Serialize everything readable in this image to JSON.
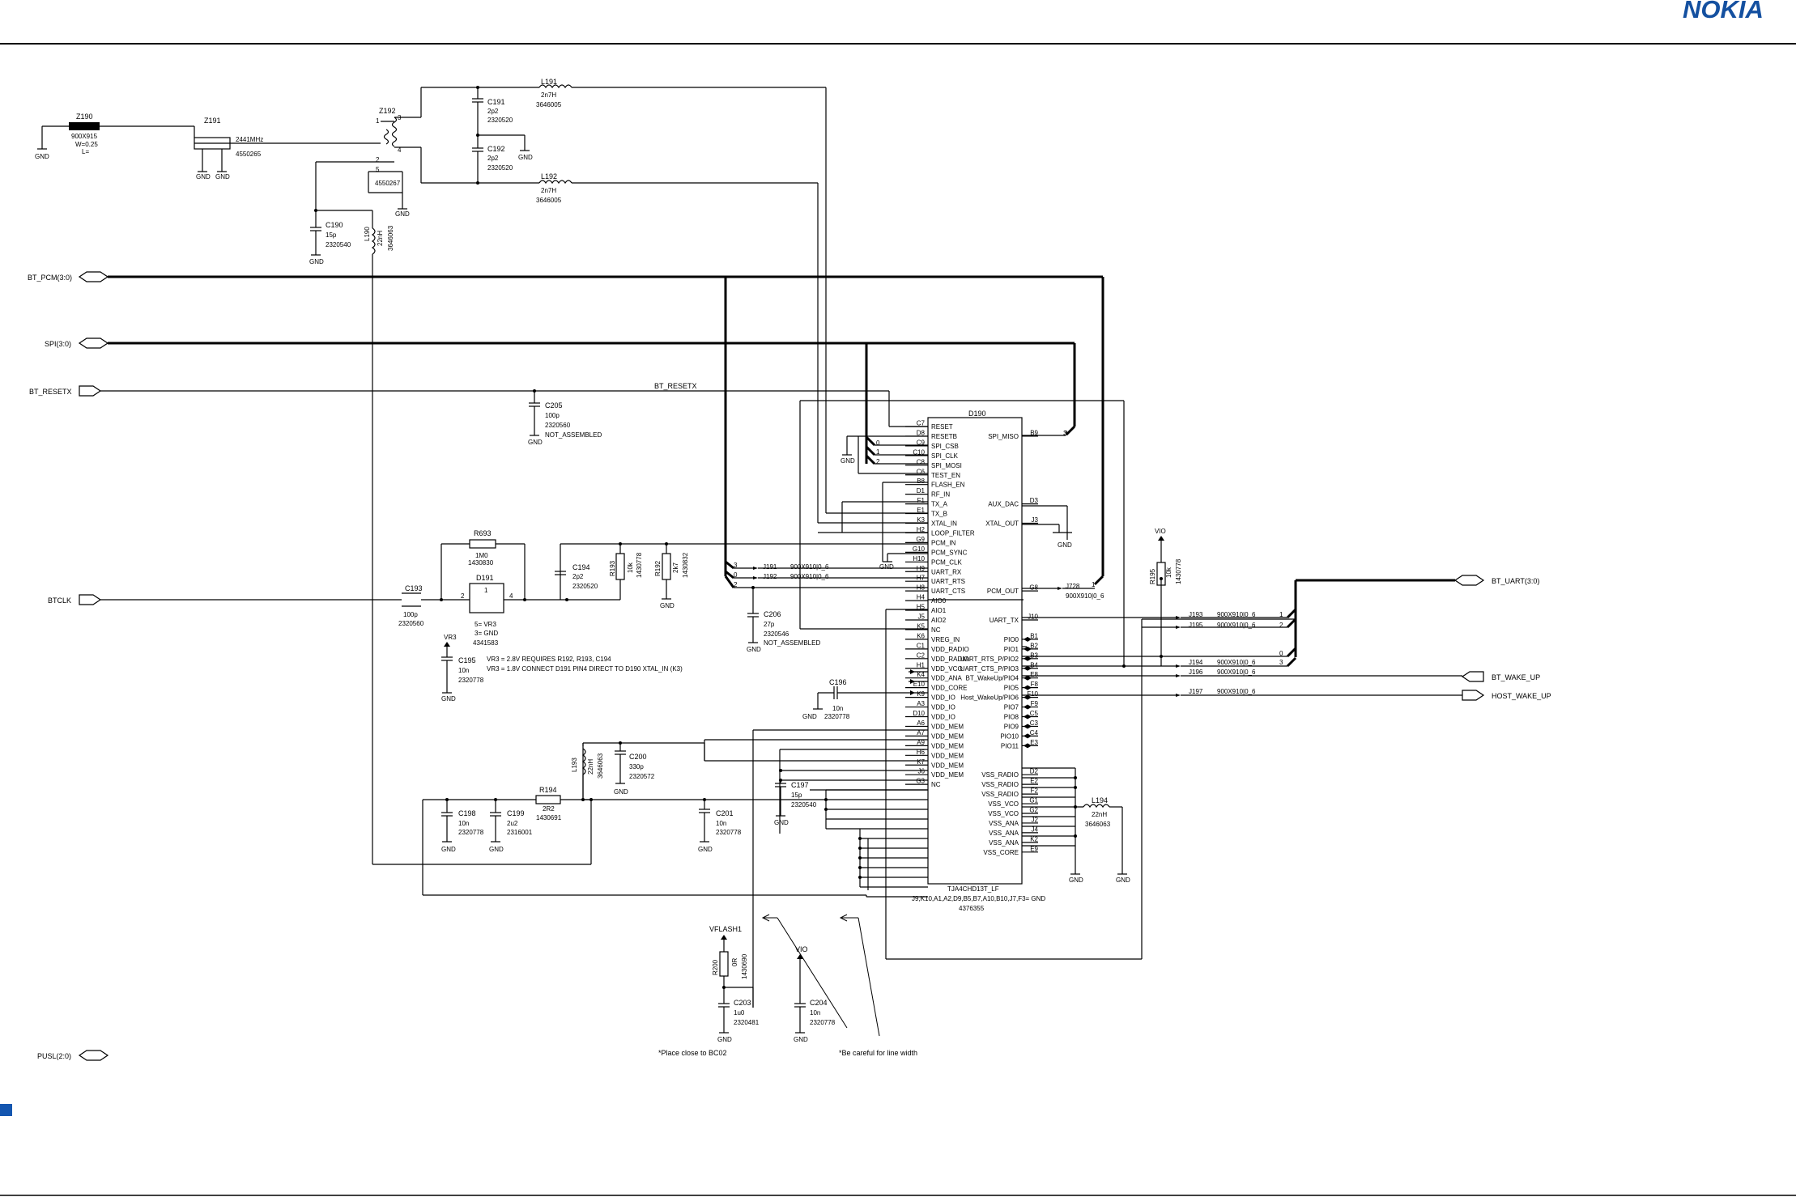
{
  "brand": {
    "logo": "NOKIA",
    "color": "#1450a0"
  },
  "connectors": {
    "bt_pcm": "BT_PCM(3:0)",
    "spi": "SPI(3:0)",
    "bt_resetx": "BT_RESETX",
    "btclk": "BTCLK",
    "pusl": "PUSL(2:0)",
    "bt_uart": "BT_UART(3:0)",
    "bt_wake_up": "BT_WAKE_UP",
    "host_wake_up": "HOST_WAKE_UP",
    "net_bt_resetx": "BT_RESETX"
  },
  "rf": {
    "z190": {
      "ref": "Z190",
      "l1": "900X915",
      "l2": "W=0.25",
      "l3": "L=",
      "gnd": "GND"
    },
    "z191": {
      "ref": "Z191",
      "freq": "2441MHz",
      "part": "4550265",
      "gnd1": "GND",
      "gnd2": "GND"
    },
    "z192": {
      "ref": "Z192",
      "part": "4550267",
      "gnd": "GND",
      "p1": "1",
      "p2": "2",
      "p3": "3",
      "p4": "4",
      "p5": "5"
    },
    "c191": {
      "ref": "C191",
      "val": "2p2",
      "part": "2320520"
    },
    "c192": {
      "ref": "C192",
      "val": "2p2",
      "part": "2320520",
      "gnd": "GND"
    },
    "l191": {
      "ref": "L191",
      "val": "2n7H",
      "part": "3646005"
    },
    "l192": {
      "ref": "L192",
      "val": "2n7H",
      "part": "3646005"
    },
    "c190": {
      "ref": "C190",
      "val": "15p",
      "part": "2320540",
      "gnd": "GND"
    },
    "l190": {
      "ref": "L190",
      "val": "22nH",
      "part": "3646063"
    }
  },
  "c205": {
    "ref": "C205",
    "val": "100p",
    "part": "2320560",
    "note": "NOT_ASSEMBLED",
    "gnd": "GND"
  },
  "clock": {
    "r693": {
      "ref": "R693",
      "val": "1M0",
      "part": "1430830"
    },
    "d191": {
      "ref": "D191",
      "pin1": "1",
      "pin2": "2",
      "pin4": "4",
      "pin5": "5= VR3",
      "pin3": "3= GND",
      "part": "4341583"
    },
    "c193": {
      "ref": "C193",
      "val": "100p",
      "part": "2320560"
    },
    "c194": {
      "ref": "C194",
      "val": "2p2",
      "part": "2320520"
    },
    "r193": {
      "ref": "R193",
      "val": "10k",
      "part": "1430778"
    },
    "r192": {
      "ref": "R192",
      "val": "2k7",
      "part": "1430832",
      "gnd": "GND"
    },
    "vr3": "VR3",
    "c195": {
      "ref": "C195",
      "val": "10n",
      "part": "2320778",
      "gnd": "GND"
    },
    "note1": "VR3 = 2.8V REQUIRES R192, R193, C194",
    "note2": "VR3 = 1.8V CONNECT D191 PIN4 DIRECT TO D190 XTAL_IN (K3)"
  },
  "jumpers": {
    "j191": {
      "ref": "J191",
      "val": "900X910|0_6"
    },
    "j192": {
      "ref": "J192",
      "val": "900X910|0_6"
    },
    "j728": {
      "ref": "J728",
      "val": "900X910|0_6"
    },
    "j193": {
      "ref": "J193",
      "val": "900X910|0_6"
    },
    "j195": {
      "ref": "J195",
      "val": "900X910|0_6"
    },
    "j194": {
      "ref": "J194",
      "val": "900X910|0_6"
    },
    "j196": {
      "ref": "J196",
      "val": "900X910|0_6"
    },
    "j197": {
      "ref": "J197",
      "val": "900X910|0_6"
    }
  },
  "bus_idx": {
    "pcm3": "3",
    "pcm0": "0",
    "pcm2": "2",
    "spi0": "0",
    "spi1": "1",
    "spi2": "2",
    "spi3": "3",
    "j728_1": "1",
    "uart1": "1",
    "uart2": "2",
    "uart0": "0",
    "uart3": "3"
  },
  "c206": {
    "ref": "C206",
    "val": "27p",
    "part": "2320546",
    "note": "NOT_ASSEMBLED",
    "gnd": "GND"
  },
  "c196": {
    "ref": "C196",
    "val": "10n",
    "part": "2320778",
    "gnd": "GND"
  },
  "power": {
    "l193": {
      "ref": "L193",
      "val": "22nH",
      "part": "3646063"
    },
    "c200": {
      "ref": "C200",
      "val": "330p",
      "part": "2320572",
      "gnd": "GND"
    },
    "r194": {
      "ref": "R194",
      "val": "2R2",
      "part": "1430691"
    },
    "c198": {
      "ref": "C198",
      "val": "10n",
      "part": "2320778",
      "gnd": "GND"
    },
    "c199": {
      "ref": "C199",
      "val": "2u2",
      "part": "2316001",
      "gnd": "GND"
    },
    "c201": {
      "ref": "C201",
      "val": "10n",
      "part": "2320778",
      "gnd": "GND"
    },
    "c197": {
      "ref": "C197",
      "val": "15p",
      "part": "2320540",
      "gnd": "GND"
    },
    "l194": {
      "ref": "L194",
      "val": "22nH",
      "part": "3646063"
    },
    "gnd_l194": "GND",
    "gnd_vss": "GND"
  },
  "vio_top": {
    "net": "VIO",
    "r195": {
      "ref": "R195",
      "val": "10k",
      "part": "1430778"
    }
  },
  "bottom": {
    "vflash1": "VFLASH1",
    "r200": {
      "ref": "R200",
      "val": "0R",
      "part": "1430690"
    },
    "c203": {
      "ref": "C203",
      "val": "1u0",
      "part": "2320481",
      "gnd": "GND"
    },
    "vio": "VIO",
    "c204": {
      "ref": "C204",
      "val": "10n",
      "part": "2320778",
      "gnd": "GND"
    },
    "note_place": "*Place close to BC02",
    "note_careful": "*Be careful for line width"
  },
  "gnd_labels": {
    "reset": "GND",
    "hpin": "GND",
    "xtal": "GND"
  },
  "d190": {
    "ref": "D190",
    "part_name": "TJA4CHD13T_LF",
    "gnd_note": "J9,K10,A1,A2,D9,B5,B7,A10,B10,J7,F3= GND",
    "part": "4376355",
    "left_pins": [
      {
        "pin": "C7",
        "name": "RESET"
      },
      {
        "pin": "D8",
        "name": "RESETB"
      },
      {
        "pin": "C9",
        "name": "SPI_CSB"
      },
      {
        "pin": "C10",
        "name": "SPI_CLK"
      },
      {
        "pin": "C8",
        "name": "SPI_MOSI"
      },
      {
        "pin": "C6",
        "name": "TEST_EN"
      },
      {
        "pin": "B8",
        "name": "FLASH_EN"
      },
      {
        "pin": "D1",
        "name": "RF_IN"
      },
      {
        "pin": "F1",
        "name": "TX_A"
      },
      {
        "pin": "E1",
        "name": "TX_B"
      },
      {
        "pin": "K3",
        "name": "XTAL_IN"
      },
      {
        "pin": "H2",
        "name": "LOOP_FILTER"
      },
      {
        "pin": "G9",
        "name": "PCM_IN"
      },
      {
        "pin": "G10",
        "name": "PCM_SYNC"
      },
      {
        "pin": "H10",
        "name": "PCM_CLK"
      },
      {
        "pin": "H9",
        "name": "UART_RX"
      },
      {
        "pin": "H7",
        "name": "UART_RTS"
      },
      {
        "pin": "H8",
        "name": "UART_CTS"
      },
      {
        "pin": "H4",
        "name": "AIO0"
      },
      {
        "pin": "H5",
        "name": "AIO1"
      },
      {
        "pin": "J5",
        "name": "AIO2"
      },
      {
        "pin": "K5",
        "name": "NC"
      },
      {
        "pin": "K6",
        "name": "VREG_IN"
      },
      {
        "pin": "C1",
        "name": "VDD_RADIO"
      },
      {
        "pin": "C2",
        "name": "VDD_RADIO"
      },
      {
        "pin": "H1",
        "name": "VDD_VCO"
      },
      {
        "pin": "K4",
        "name": "VDD_ANA"
      },
      {
        "pin": "E10",
        "name": "VDD_CORE"
      },
      {
        "pin": "K9",
        "name": "VDD_IO"
      },
      {
        "pin": "A3",
        "name": "VDD_IO"
      },
      {
        "pin": "D10",
        "name": "VDD_IO"
      },
      {
        "pin": "A6",
        "name": "VDD_MEM"
      },
      {
        "pin": "A7",
        "name": "VDD_MEM"
      },
      {
        "pin": "A9",
        "name": "VDD_MEM"
      },
      {
        "pin": "H6",
        "name": "VDD_MEM"
      },
      {
        "pin": "K7",
        "name": "VDD_MEM"
      },
      {
        "pin": "J6",
        "name": "VDD_MEM"
      },
      {
        "pin": "G3",
        "name": "NC"
      }
    ],
    "right_pins": [
      {
        "pin": "B9",
        "name": "SPI_MISO",
        "row": 1
      },
      {
        "pin": "D3",
        "name": "AUX_DAC",
        "row": 8
      },
      {
        "pin": "J3",
        "name": "XTAL_OUT",
        "row": 10
      },
      {
        "pin": "G8",
        "name": "PCM_OUT",
        "row": 17
      },
      {
        "pin": "J10",
        "name": "UART_TX",
        "row": 20
      },
      {
        "pin": "B1",
        "name": "PIO0",
        "row": 22
      },
      {
        "pin": "B2",
        "name": "PIO1",
        "row": 23
      },
      {
        "pin": "B3",
        "name": "UART_RTS_P/PIO2",
        "row": 24
      },
      {
        "pin": "B4",
        "name": "UART_CTS_P/PIO3",
        "row": 25
      },
      {
        "pin": "E8",
        "name": "BT_WakeUp/PIO4",
        "row": 26
      },
      {
        "pin": "F8",
        "name": "PIO5",
        "row": 27
      },
      {
        "pin": "F10",
        "name": "Host_WakeUp/PIO6",
        "row": 28
      },
      {
        "pin": "F9",
        "name": "PIO7",
        "row": 29
      },
      {
        "pin": "C5",
        "name": "PIO8",
        "row": 30
      },
      {
        "pin": "C3",
        "name": "PIO9",
        "row": 31
      },
      {
        "pin": "C4",
        "name": "PIO10",
        "row": 32
      },
      {
        "pin": "E3",
        "name": "PIO11",
        "row": 33
      },
      {
        "pin": "D2",
        "name": "VSS_RADIO",
        "row": 36
      },
      {
        "pin": "E2",
        "name": "VSS_RADIO",
        "row": 37
      },
      {
        "pin": "F2",
        "name": "VSS_RADIO",
        "row": 38
      },
      {
        "pin": "G1",
        "name": "VSS_VCO",
        "row": 39
      },
      {
        "pin": "G2",
        "name": "VSS_VCO",
        "row": 40
      },
      {
        "pin": "J2",
        "name": "VSS_ANA",
        "row": 41
      },
      {
        "pin": "J4",
        "name": "VSS_ANA",
        "row": 42
      },
      {
        "pin": "K2",
        "name": "VSS_ANA",
        "row": 43
      },
      {
        "pin": "E9",
        "name": "VSS_CORE",
        "row": 44
      }
    ]
  }
}
